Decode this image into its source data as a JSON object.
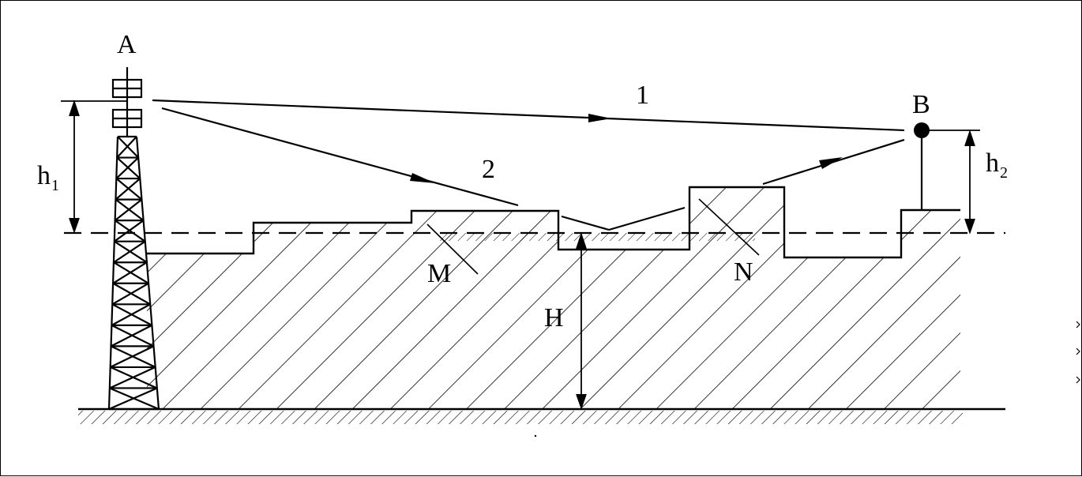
{
  "labels": {
    "tower_a": "A",
    "receiver_b": "B",
    "ray_1": "1",
    "ray_2": "2",
    "h1_main": "h",
    "h1_sub": "1",
    "h2_main": "h",
    "h2_sub": "2",
    "point_m": "M",
    "point_n": "N",
    "height_h": "H"
  }
}
